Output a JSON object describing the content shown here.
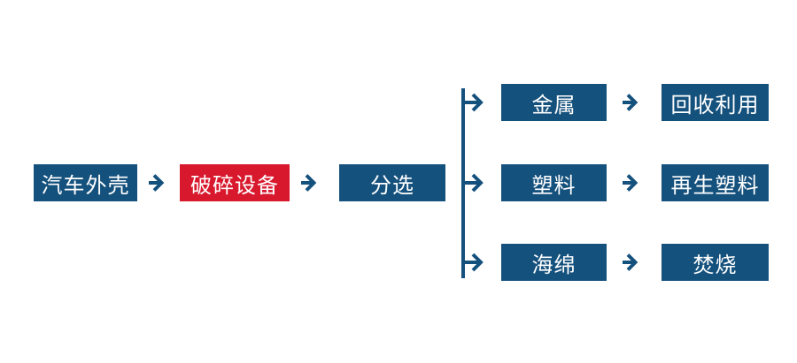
{
  "flow": {
    "title": "car-shell-recycling-flowchart",
    "start_nodes": [
      {
        "label": "汽车外壳",
        "highlight": false
      },
      {
        "label": "破碎设备",
        "highlight": true
      },
      {
        "label": "分选",
        "highlight": false
      }
    ],
    "branches": [
      {
        "material": "金属",
        "result": "回收利用"
      },
      {
        "material": "塑料",
        "result": "再生塑料"
      },
      {
        "material": "海绵",
        "result": "焚烧"
      }
    ]
  },
  "colors": {
    "node_blue": "#15517d",
    "node_red": "#d8182d",
    "arrow_blue": "#15517d",
    "text": "#ffffff",
    "background": "#ffffff"
  }
}
